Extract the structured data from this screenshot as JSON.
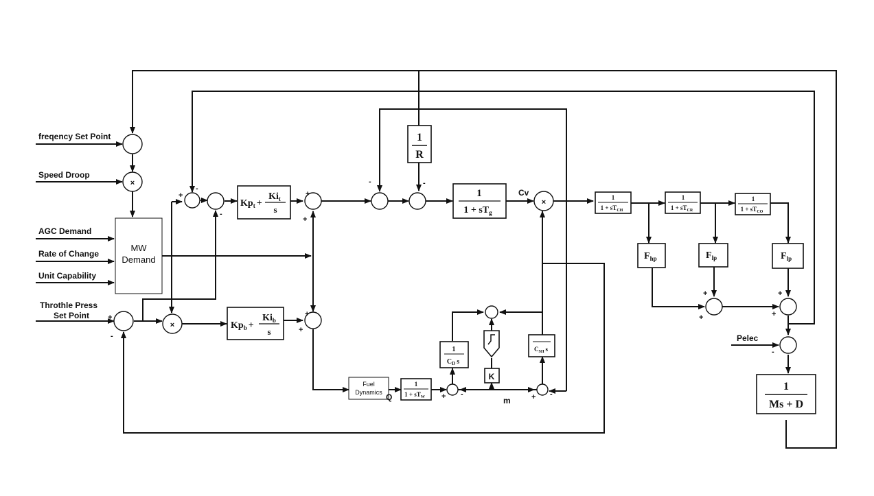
{
  "inputs": {
    "frequency_set_point": "freqency Set Point",
    "speed_droop": "Speed Droop",
    "agc_demand": "AGC Demand",
    "rate_of_change": "Rate of Change",
    "unit_capability": "Unit Capability",
    "throttle_press_line1": "Throthle Press",
    "throttle_press_line2": "Set Point",
    "pelec": "Pelec"
  },
  "blocks": {
    "mw_demand_line1": "MW",
    "mw_demand_line2": "Demand",
    "droop_num": "1",
    "droop_den": "R",
    "pi_turbine_kp": "Kp",
    "pi_turbine_kp_sub": "t",
    "pi_turbine_plus": "+",
    "pi_turbine_ki": "Ki",
    "pi_turbine_ki_sub": "t",
    "pi_turbine_s": "s",
    "pi_boiler_kp": "Kp",
    "pi_boiler_kp_sub": "b",
    "pi_boiler_plus": "+",
    "pi_boiler_ki": "Ki",
    "pi_boiler_ki_sub": "b",
    "pi_boiler_s": "s",
    "governor_num": "1",
    "governor_den": "1 + sT",
    "governor_den_sub": "g",
    "tch_num": "1",
    "tch_den": "1 + sT",
    "tch_sub": "CH",
    "tcr_num": "1",
    "tcr_den": "1 + sT",
    "tcr_sub": "CR",
    "tco_num": "1",
    "tco_den": "1 + sT",
    "tco_sub": "CO",
    "fhp": "F",
    "fhp_sub": "hp",
    "flp1": "F",
    "flp1_sub": "lp",
    "flp2": "F",
    "flp2_sub": "lp",
    "fuel_line1": "Fuel",
    "fuel_line2": "Dynamics",
    "tw_num": "1",
    "tw_den": "1 + sT",
    "tw_sub": "W",
    "cd_num": "1",
    "cd_den": "C",
    "cd_sub": "D",
    "cd_s": "s",
    "csh_den": "C",
    "csh_sub": "SH",
    "csh_s": "s",
    "k_gain": "K",
    "rotor_num": "1",
    "rotor_den": "Ms + D"
  },
  "signals": {
    "cv": "Cv",
    "m": "m",
    "q": "Q"
  },
  "signs": {
    "plus": "+",
    "minus": "-",
    "multiply": "×"
  }
}
